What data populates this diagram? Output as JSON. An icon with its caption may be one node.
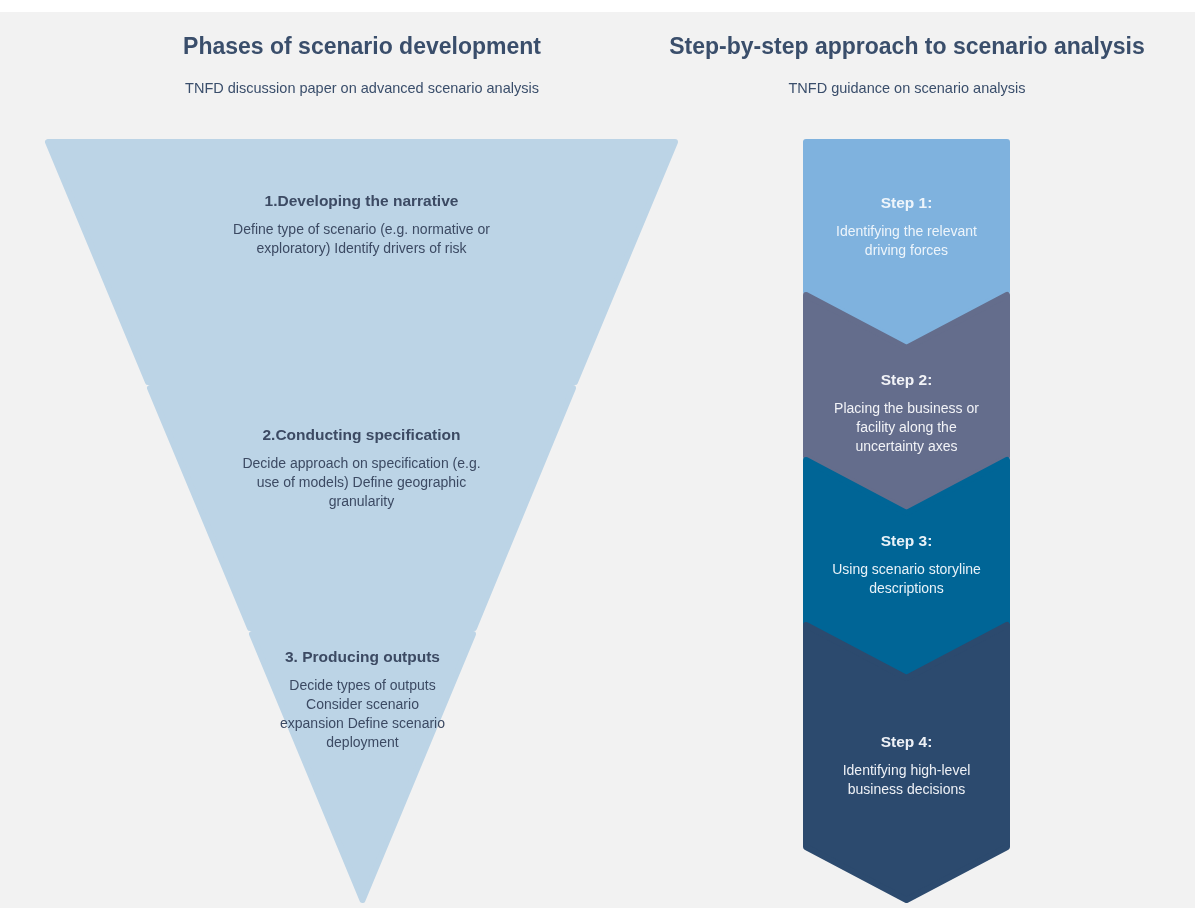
{
  "diagram": {
    "nodes": [
      {
        "text": [
          "1.Developing the narrative",
          "Define type of scenario (e.g. normative or exploratory) Identify drivers of risk"
        ]
      },
      {
        "text": [
          "2.Conducting specification",
          "Decide approach on specification (e.g. use of models) Define geographic granularity"
        ]
      },
      {
        "text": [
          "3. Producing outputs",
          "Decide types of outputs Consider scenario expansion Define scenario deployment"
        ]
      },
      {
        "text": [
          "Step 1:",
          "Identifying the relevant driving forces"
        ]
      },
      {
        "text": [
          "Step 2:",
          "Placing the business or facility along the uncertainty axes"
        ]
      },
      {
        "text": [
          "Step 3:",
          "Using scenario storyline descriptions"
        ]
      },
      {
        "text": [
          "Step 4:",
          "Identifying high-level business decisions"
        ]
      }
    ],
    "labels": [
      "Phases of scenario development",
      "Step-by-step approach to scenario analysis",
      "TNFD discussion paper on advanced scenario analysis",
      "TNFD guidance on scenario analysis"
    ]
  }
}
